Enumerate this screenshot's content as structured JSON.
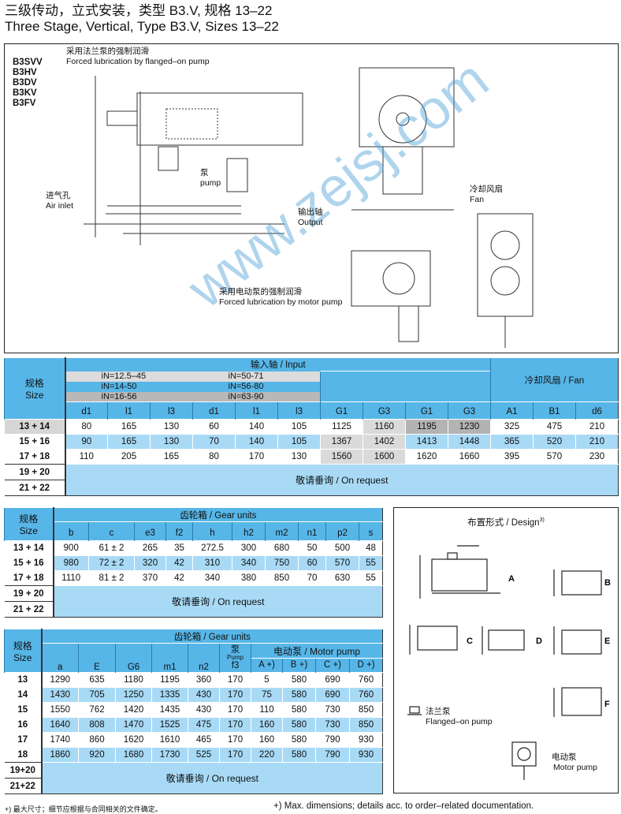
{
  "title_cn": "三级传动，立式安装，类型 B3.V, 规格 13–22",
  "title_en": "Three Stage, Vertical, Type B3.V, Sizes 13–22",
  "drawing": {
    "models": [
      "B3SVV",
      "B3HV",
      "B3DV",
      "B3KV",
      "B3FV"
    ],
    "flanged_cn": "采用法兰泵的强制润滑",
    "flanged_en": "Forced lubrication by flanged–on pump",
    "pump_cn": "泵",
    "pump_en": "pump",
    "air_cn": "进气孔",
    "air_en": "Air inlet",
    "output_cn": "输出轴",
    "output_en": "Output",
    "fan_cn": "冷却风扇",
    "fan_en": "Fan",
    "motor_cn": "采用电动泵的强制润滑",
    "motor_en": "Forced lubrication by motor pump",
    "watermark": "www.zejsj.com"
  },
  "table1": {
    "size_label": [
      "规格",
      "Size"
    ],
    "input_label": "输入轴 / Input",
    "fan_label": "冷却风扇 / Fan",
    "ratios_left": [
      "iN=12.5–45",
      "iN=14-50",
      "iN=16-56"
    ],
    "ratios_right": [
      "iN=50-71",
      "iN=56-80",
      "iN=63-90"
    ],
    "columns": [
      "d1",
      "l1",
      "l3",
      "d1",
      "l1",
      "l3",
      "G1",
      "G3",
      "G1",
      "G3",
      "A1",
      "B1",
      "d6"
    ],
    "rows": [
      {
        "size": "13 + 14",
        "values": [
          "80",
          "165",
          "130",
          "60",
          "140",
          "105",
          "1125",
          "1160",
          "1195",
          "1230",
          "325",
          "475",
          "210"
        ]
      },
      {
        "size": "15 + 16",
        "values": [
          "90",
          "165",
          "130",
          "70",
          "140",
          "105",
          "1367",
          "1402",
          "1413",
          "1448",
          "365",
          "520",
          "210"
        ]
      },
      {
        "size": "17 + 18",
        "values": [
          "110",
          "205",
          "165",
          "80",
          "170",
          "130",
          "1560",
          "1600",
          "1620",
          "1660",
          "395",
          "570",
          "230"
        ]
      }
    ],
    "request_sizes": [
      "19 + 20",
      "21 + 22"
    ],
    "request": "敬请垂询 / On request"
  },
  "table2": {
    "size_label": [
      "规格",
      "Size"
    ],
    "group_label": "齿轮箱 / Gear units",
    "columns": [
      "b",
      "c",
      "e3",
      "f2",
      "h",
      "h2",
      "m2",
      "n1",
      "p2",
      "s"
    ],
    "rows": [
      {
        "size": "13 + 14",
        "values": [
          "900",
          "61 ± 2",
          "265",
          "35",
          "272.5",
          "300",
          "680",
          "50",
          "500",
          "48"
        ]
      },
      {
        "size": "15 + 16",
        "values": [
          "980",
          "72 ± 2",
          "320",
          "42",
          "310",
          "340",
          "750",
          "60",
          "570",
          "55"
        ]
      },
      {
        "size": "17 + 18",
        "values": [
          "1110",
          "81 ± 2",
          "370",
          "42",
          "340",
          "380",
          "850",
          "70",
          "630",
          "55"
        ]
      }
    ],
    "request_sizes": [
      "19 + 20",
      "21 + 22"
    ],
    "request": "敬请垂询 / On request"
  },
  "table3": {
    "size_label": [
      "规格",
      "Size"
    ],
    "group_label": "齿轮箱 / Gear units",
    "pump_label": [
      "泵",
      "Pump"
    ],
    "motor_pump_label": "电动泵 / Motor pump",
    "columns": [
      "a",
      "E",
      "G6",
      "m1",
      "n2",
      "f3",
      "A +)",
      "B +)",
      "C +)",
      "D +)"
    ],
    "rows": [
      {
        "size": "13",
        "values": [
          "1290",
          "635",
          "1180",
          "1195",
          "360",
          "170",
          "5",
          "580",
          "690",
          "760"
        ]
      },
      {
        "size": "14",
        "values": [
          "1430",
          "705",
          "1250",
          "1335",
          "430",
          "170",
          "75",
          "580",
          "690",
          "760"
        ]
      },
      {
        "size": "15",
        "values": [
          "1550",
          "762",
          "1420",
          "1435",
          "430",
          "170",
          "110",
          "580",
          "730",
          "850"
        ]
      },
      {
        "size": "16",
        "values": [
          "1640",
          "808",
          "1470",
          "1525",
          "475",
          "170",
          "160",
          "580",
          "730",
          "850"
        ]
      },
      {
        "size": "17",
        "values": [
          "1740",
          "860",
          "1620",
          "1610",
          "465",
          "170",
          "160",
          "580",
          "790",
          "930"
        ]
      },
      {
        "size": "18",
        "values": [
          "1860",
          "920",
          "1680",
          "1730",
          "525",
          "170",
          "220",
          "580",
          "790",
          "930"
        ]
      }
    ],
    "request_sizes": [
      "19+20",
      "21+22"
    ],
    "request": "敬请垂询 / On request"
  },
  "design": {
    "title": "布置形式 / Design",
    "sup": "3)",
    "letters": [
      "A",
      "B",
      "C",
      "D",
      "E",
      "F"
    ],
    "flanged_cn": "法兰泵",
    "flanged_en": "Flanged–on pump",
    "motor_cn": "电动泵",
    "motor_en": "Motor pump"
  },
  "footer": {
    "cn": "+) 最大尺寸；细节应根据与合同相关的文件确定。",
    "en": "+) Max. dimensions; details acc. to order–related documentation."
  }
}
